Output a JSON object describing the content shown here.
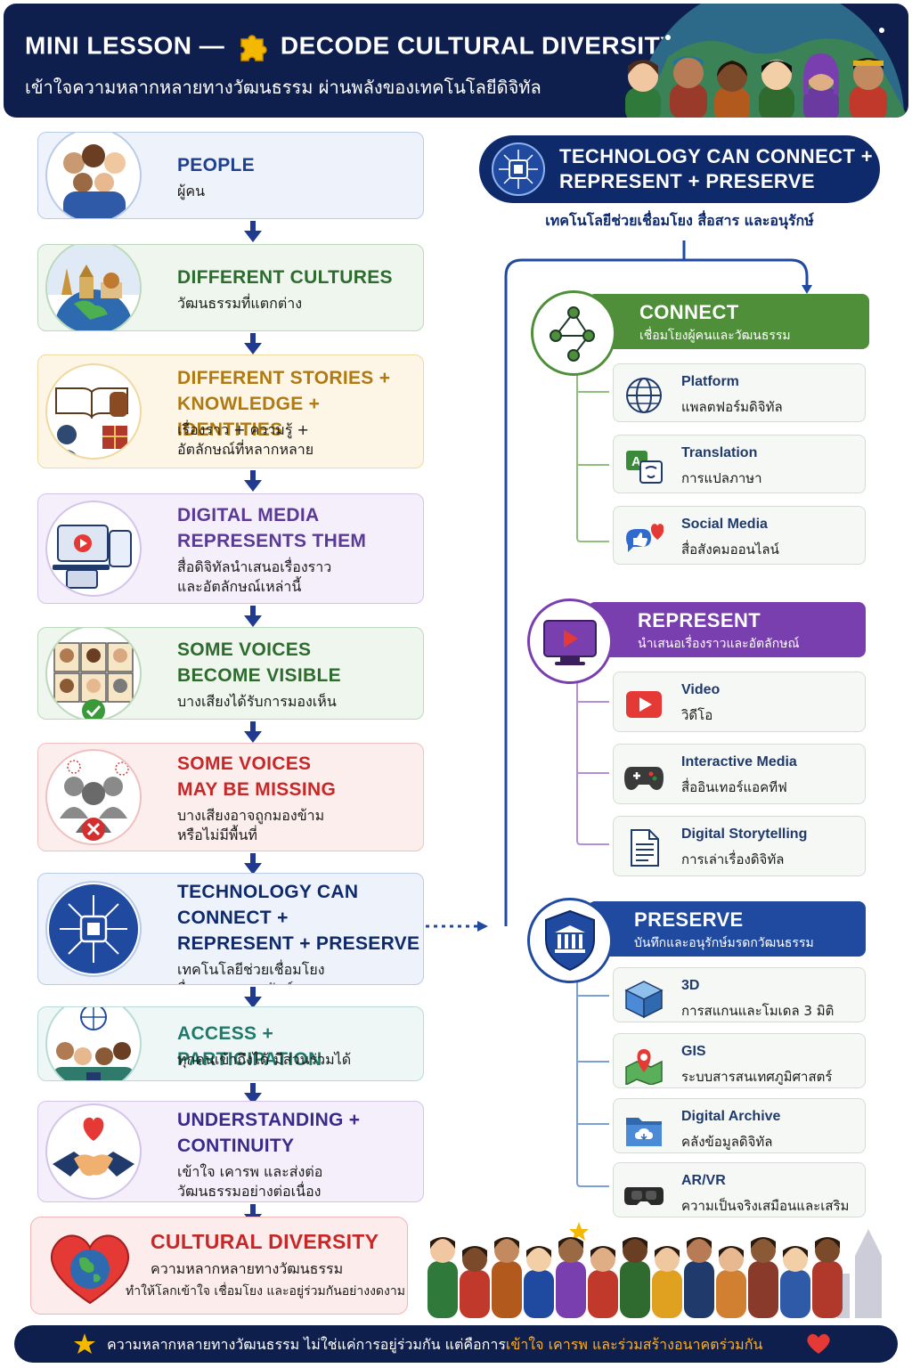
{
  "header": {
    "title_left": "MINI LESSON —",
    "title_right": "DECODE CULTURAL DIVERSITY",
    "subtitle": "เข้าใจความหลากหลายทางวัฒนธรรม ผ่านพลังของเทคโนโลยีดิจิทัล"
  },
  "flow": [
    {
      "title": [
        "PEOPLE"
      ],
      "thai": [
        "ผู้คน"
      ],
      "color": "#1f3f8f",
      "bg": "#eef3fb",
      "border": "#b9cbe6"
    },
    {
      "title": [
        "DIFFERENT CULTURES"
      ],
      "thai": [
        "วัฒนธรรมที่แตกต่าง"
      ],
      "color": "#2e6b2e",
      "bg": "#eef6ee",
      "border": "#bcd9bc"
    },
    {
      "title": [
        "DIFFERENT STORIES +",
        "KNOWLEDGE + IDENTITIES"
      ],
      "thai": [
        "เรื่องราว + ความรู้ +",
        "อัตลักษณ์ที่หลากหลาย"
      ],
      "color": "#b07a12",
      "bg": "#fdf6e6",
      "border": "#efd9a0"
    },
    {
      "title": [
        "DIGITAL MEDIA",
        "REPRESENTS THEM"
      ],
      "thai": [
        "สื่อดิจิทัลนำเสนอเรื่องราว",
        "และอัตลักษณ์เหล่านี้"
      ],
      "color": "#5b3a96",
      "bg": "#f4effa",
      "border": "#d4c4ea"
    },
    {
      "title": [
        "SOME VOICES",
        "BECOME VISIBLE"
      ],
      "thai": [
        "บางเสียงได้รับการมองเห็น"
      ],
      "color": "#2e6b2e",
      "bg": "#eef6ee",
      "border": "#bcd9bc"
    },
    {
      "title": [
        "SOME VOICES",
        "MAY BE MISSING"
      ],
      "thai": [
        "บางเสียงอาจถูกมองข้าม",
        "หรือไม่มีพื้นที่"
      ],
      "color": "#c62828",
      "bg": "#fdeeee",
      "border": "#f0c0c0"
    },
    {
      "title": [
        "TECHNOLOGY CAN",
        "CONNECT +",
        "REPRESENT + PRESERVE"
      ],
      "thai": [
        "เทคโนโลยีช่วยเชื่อมโยง",
        "สื่อสาร และอนุรักษ์"
      ],
      "color": "#0f2a6b",
      "bg": "#eef3fb",
      "border": "#b9cbe6"
    },
    {
      "title": [
        "ACCESS + PARTICIPATION"
      ],
      "thai": [
        "ทุกคนเข้าถึงได้ มีส่วนร่วมได้"
      ],
      "color": "#1f7a6b",
      "bg": "#eef7f5",
      "border": "#b8dcd5"
    },
    {
      "title": [
        "UNDERSTANDING +",
        "CONTINUITY"
      ],
      "thai": [
        "เข้าใจ เคารพ และส่งต่อ",
        "วัฒนธรรมอย่างต่อเนื่อง"
      ],
      "color": "#3a2a8a",
      "bg": "#f4effa",
      "border": "#d4c4ea"
    }
  ],
  "final": {
    "title": "CULTURAL DIVERSITY",
    "thai1": "ความหลากหลายทางวัฒนธรรม",
    "thai2": "ทำให้โลกเข้าใจ เชื่อมโยง และอยู่ร่วมกันอย่างงดงาม"
  },
  "tech": {
    "title1": "TECHNOLOGY CAN CONNECT +",
    "title2": "REPRESENT + PRESERVE",
    "sub": "เทคโนโลยีช่วยเชื่อมโยง สื่อสาร และอนุรักษ์"
  },
  "connect": {
    "title": "CONNECT",
    "sub": "เชื่อมโยงผู้คนและวัฒนธรรม",
    "color": "#4f8f3a",
    "items": [
      {
        "title": "Platform",
        "thai": "แพลตฟอร์มดิจิทัล",
        "icon": "globe-icon"
      },
      {
        "title": "Translation",
        "thai": "การแปลภาษา",
        "icon": "translate-icon"
      },
      {
        "title": "Social Media",
        "thai": "สื่อสังคมออนไลน์",
        "icon": "social-media-icon"
      }
    ]
  },
  "represent": {
    "title": "REPRESENT",
    "sub": "นำเสนอเรื่องราวและอัตลักษณ์",
    "color": "#7a3fae",
    "items": [
      {
        "title": "Video",
        "thai": "วิดีโอ",
        "icon": "video-icon"
      },
      {
        "title": "Interactive Media",
        "thai": "สื่ออินเทอร์แอคทีฟ",
        "icon": "gamepad-icon"
      },
      {
        "title": "Digital Storytelling",
        "thai": "การเล่าเรื่องดิจิทัล",
        "icon": "document-icon"
      }
    ]
  },
  "preserve": {
    "title": "PRESERVE",
    "sub": "บันทึกและอนุรักษ์มรดกวัฒนธรรม",
    "color": "#1f4aa0",
    "items": [
      {
        "title": "3D",
        "thai": "การสแกนและโมเดล 3 มิติ",
        "icon": "cube-icon"
      },
      {
        "title": "GIS",
        "thai": "ระบบสารสนเทศภูมิศาสตร์",
        "icon": "map-pin-icon"
      },
      {
        "title": "Digital Archive",
        "thai": "คลังข้อมูลดิจิทัล",
        "icon": "archive-folder-icon"
      },
      {
        "title": "AR/VR",
        "thai": "ความเป็นจริงเสมือนและเสริม",
        "icon": "vr-headset-icon"
      }
    ]
  },
  "footer": {
    "pre": "ความหลากหลายทางวัฒนธรรม ไม่ใช่แค่การอยู่ร่วมกัน แต่คือการ",
    "highlight": "เข้าใจ เคารพ และร่วมสร้างอนาคตร่วมกัน"
  }
}
